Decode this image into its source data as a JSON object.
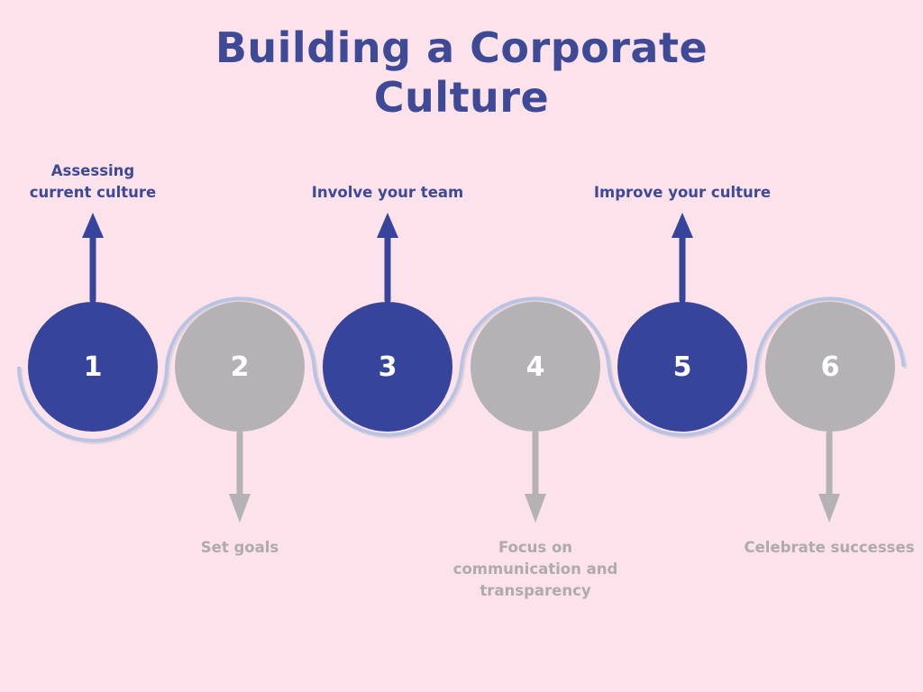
{
  "title": {
    "text": "Building a Corporate Culture"
  },
  "steps": [
    {
      "number": "1",
      "label": "Assessing current culture",
      "variant": "primary",
      "label_position": "top"
    },
    {
      "number": "2",
      "label": "Set goals",
      "variant": "muted",
      "label_position": "bottom"
    },
    {
      "number": "3",
      "label": "Involve your team",
      "variant": "primary",
      "label_position": "top"
    },
    {
      "number": "4",
      "label": "Focus on communication and transparency",
      "variant": "muted",
      "label_position": "bottom"
    },
    {
      "number": "5",
      "label": "Improve your culture",
      "variant": "primary",
      "label_position": "top"
    },
    {
      "number": "6",
      "label": "Celebrate successes",
      "variant": "muted",
      "label_position": "bottom"
    }
  ],
  "colors": {
    "background": "#fce2ea",
    "primary": "#36459b",
    "primary-text": "#3e4a96",
    "muted": "#b4b2b5",
    "muted-text": "#aeaaae",
    "wave": "#b9c3e4",
    "number": "#ffffff"
  }
}
